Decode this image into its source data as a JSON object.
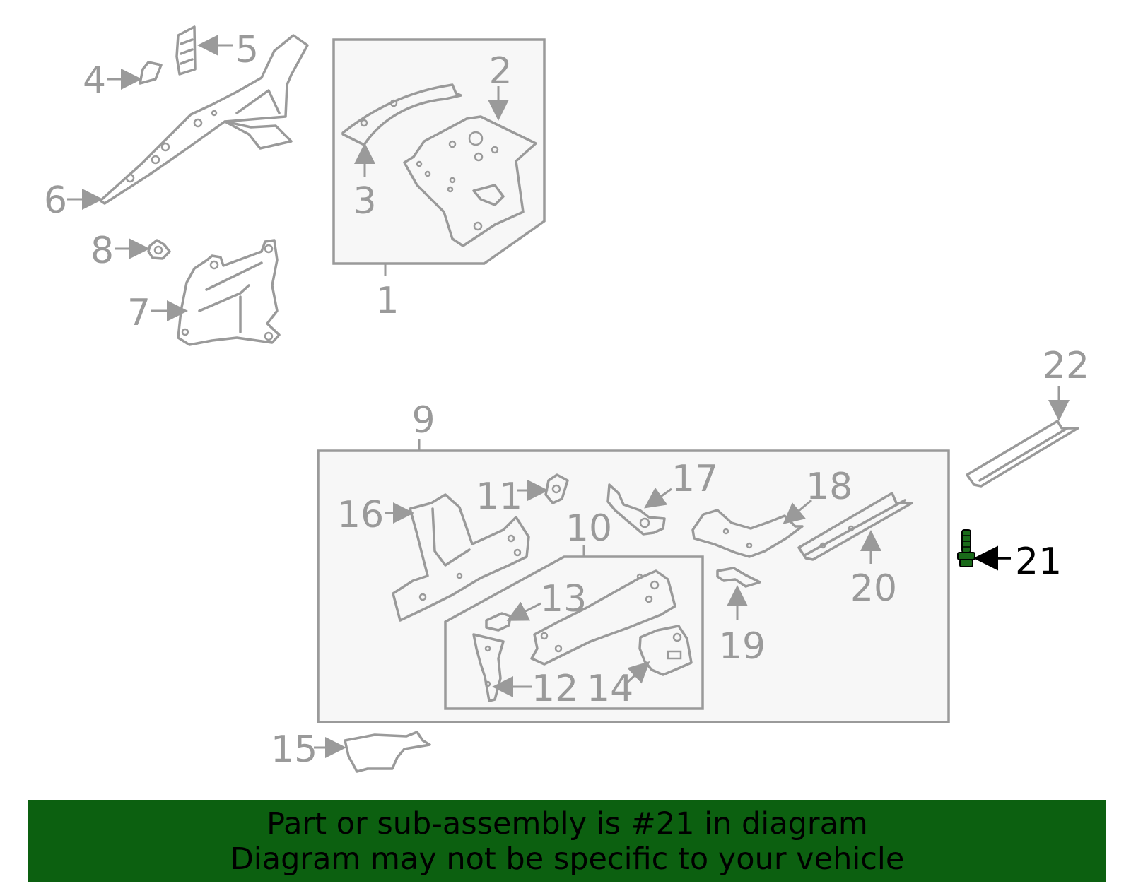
{
  "callouts": {
    "c1": "1",
    "c2": "2",
    "c3": "3",
    "c4": "4",
    "c5": "5",
    "c6": "6",
    "c7": "7",
    "c8": "8",
    "c9": "9",
    "c10": "10",
    "c11": "11",
    "c12": "12",
    "c13": "13",
    "c14": "14",
    "c15": "15",
    "c16": "16",
    "c17": "17",
    "c18": "18",
    "c19": "19",
    "c20": "20",
    "c21": "21",
    "c22": "22"
  },
  "highlighted_part": "21",
  "colors": {
    "line": "#9a9a9a",
    "highlight_text": "#000000",
    "highlight_part": "#1a6a1a",
    "banner": "#0c6010",
    "box_fill": "#f7f7f7"
  },
  "banner": {
    "line1": "Part or sub-assembly is #21 in diagram",
    "line2": "Diagram may not be specific to your vehicle"
  }
}
